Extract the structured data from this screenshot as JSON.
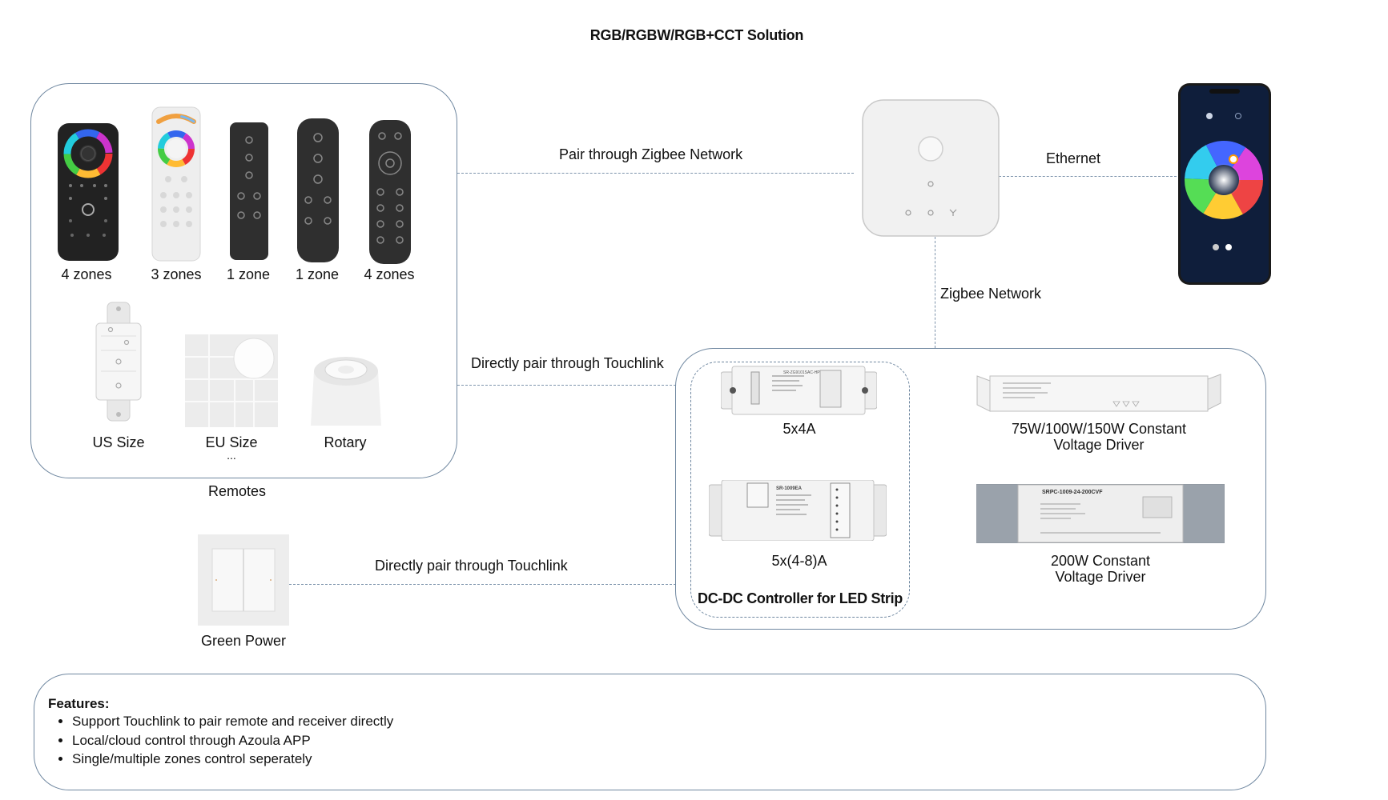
{
  "title": "RGB/RGBW/RGB+CCT Solution",
  "remotes": {
    "group_label": "Remotes",
    "items": [
      {
        "label": "4 zones"
      },
      {
        "label": "3 zones"
      },
      {
        "label": "1 zone"
      },
      {
        "label": "1 zone"
      },
      {
        "label": "4 zones"
      }
    ],
    "wall": [
      {
        "label": "US Size"
      },
      {
        "label": "EU Size",
        "sub": "..."
      },
      {
        "label": "Rotary"
      }
    ]
  },
  "links": {
    "zigbee_pair": "Pair through Zigbee Network",
    "ethernet": "Ethernet",
    "zigbee_network": "Zigbee Network",
    "touchlink_remotes": "Directly pair through Touchlink",
    "touchlink_green": "Directly pair through Touchlink"
  },
  "green_power": {
    "label": "Green Power"
  },
  "receivers": {
    "controller_group_label": "DC-DC Controller for LED Strip",
    "items": [
      {
        "label": "5x4A",
        "device_text": "SR-ZG9101SAC-HP"
      },
      {
        "label": "5x(4-8)A",
        "device_text": "SR-1009EA"
      },
      {
        "label": "75W/100W/150W Constant",
        "label2": "Voltage Driver"
      },
      {
        "label": "200W Constant",
        "label2": "Voltage Driver",
        "device_text": "SRPC-1009-24-200CVF"
      }
    ]
  },
  "features": {
    "title": "Features:",
    "items": [
      "Support Touchlink to pair remote and receiver directly",
      "Local/cloud control through Azoula APP",
      "Single/multiple zones control seperately"
    ]
  },
  "colors": {
    "line": "#7d93ab",
    "box": "#6f87a0",
    "remote_dark": "#2b2b2b",
    "phone_bg": "#0f1e3b"
  }
}
